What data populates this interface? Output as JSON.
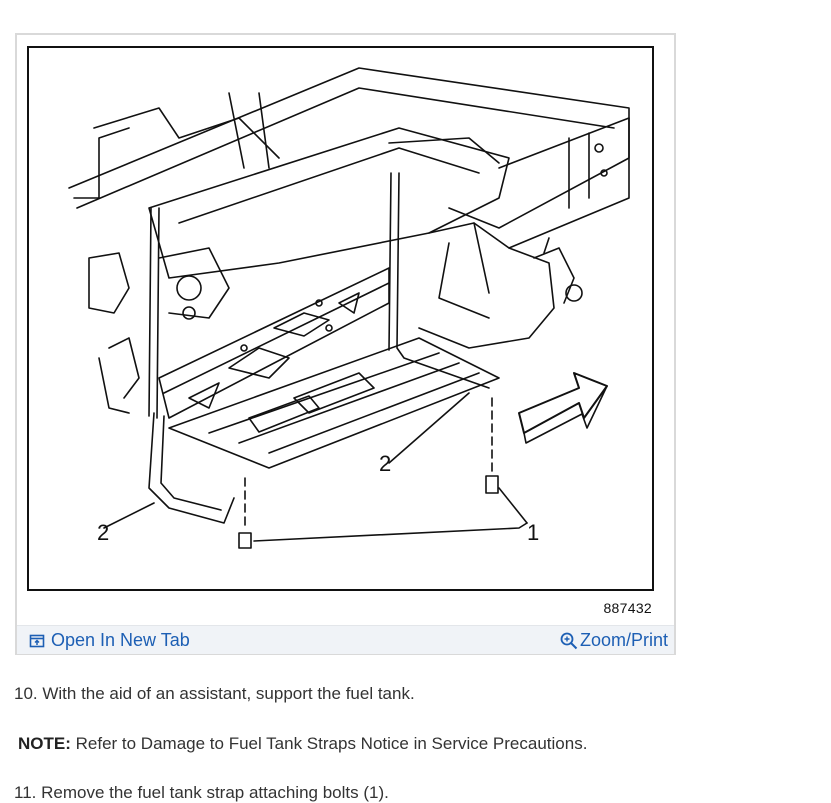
{
  "figure": {
    "figure_number": "887432",
    "callouts": {
      "bolt": "1",
      "strap_front": "2",
      "strap_rear": "2"
    }
  },
  "toolbar": {
    "open_tab_label": "Open In New Tab",
    "zoom_print_label": "Zoom/Print",
    "open_tab_icon": "open-new-tab-icon",
    "zoom_icon": "magnifier-icon",
    "link_color": "#1d5fb4"
  },
  "steps": {
    "step10": "10. With the aid of an assistant, support the fuel tank.",
    "note_label": "NOTE:",
    "note_text": " Refer to Damage to Fuel Tank Straps Notice in Service Precautions.",
    "step11": "11. Remove the fuel tank strap attaching bolts (1)."
  }
}
